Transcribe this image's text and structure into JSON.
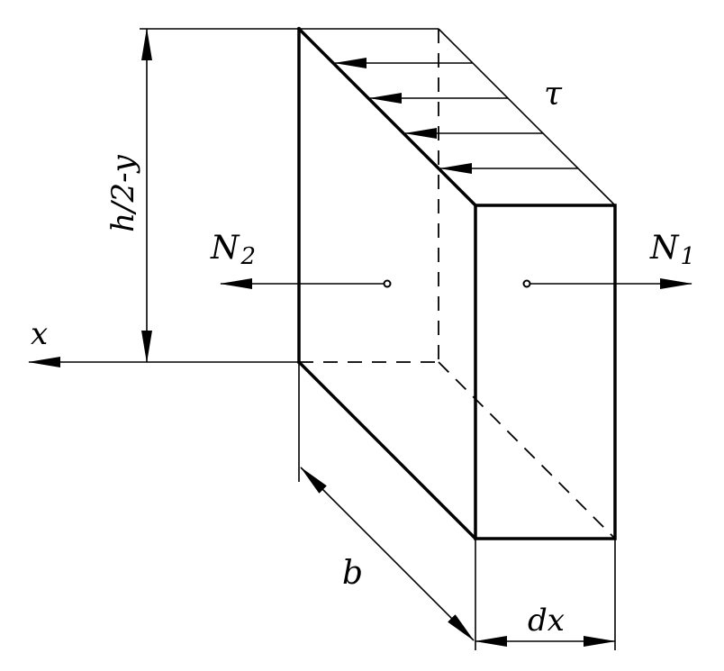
{
  "labels": {
    "height": "h/2-y",
    "x_axis": "x",
    "n2_base": "N",
    "n2_sub": "2",
    "n1_base": "N",
    "n1_sub": "1",
    "tau": "τ",
    "width": "b",
    "thickness": "dx"
  },
  "shear_arrow_count": 4
}
